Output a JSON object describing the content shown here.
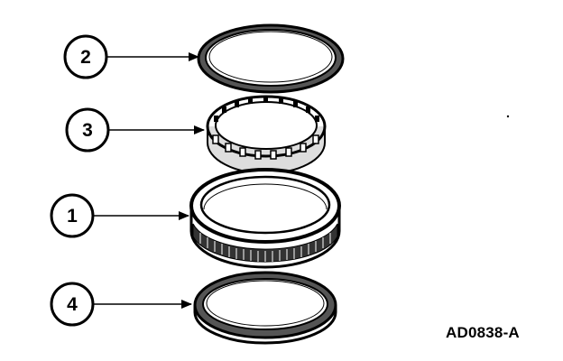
{
  "figure_code": "AD0838-A",
  "callouts": [
    {
      "id": "callout-2",
      "label": "2"
    },
    {
      "id": "callout-3",
      "label": "3"
    },
    {
      "id": "callout-1",
      "label": "1"
    },
    {
      "id": "callout-4",
      "label": "4"
    }
  ],
  "parts": [
    "seal-ring-upper",
    "roller-clutch-cage",
    "outer-race-gear-ring",
    "seal-ring-lower"
  ],
  "colors": {
    "ink": "#000000",
    "paper": "#ffffff",
    "shade": "#666666"
  }
}
